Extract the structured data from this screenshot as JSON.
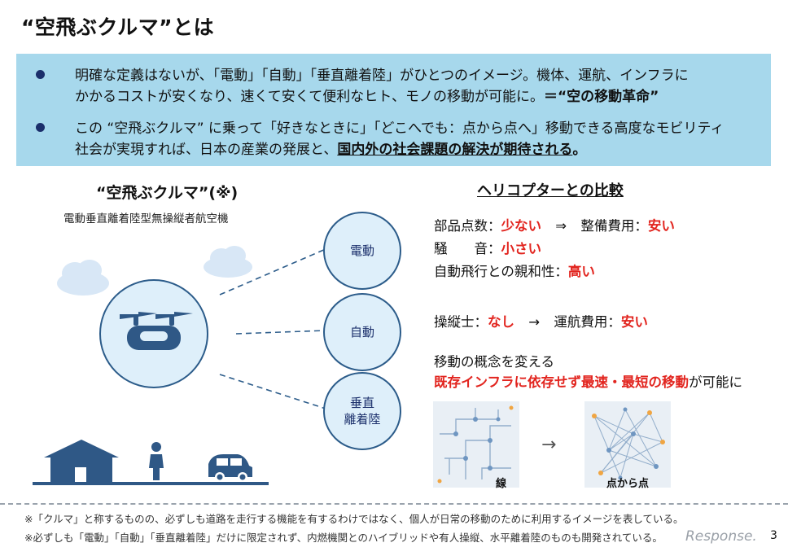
{
  "title": "“空飛ぶクルマ”とは",
  "bullets": [
    {
      "line1": "明確な定義はないが、「電動」「自動」「垂直離着陸」がひとつのイメージ。機体、運航、インフラに",
      "line2_plain": "かかるコストが安くなり、速くて安くて便利なヒト、モノの移動が可能に。",
      "line2_bold": "＝“空の移動革命”"
    },
    {
      "line1": "この “空飛ぶクルマ” に乗って「好きなときに」「どこへでも：点から点へ」移動できる高度なモビリティ",
      "line2_plain": "社会が実現すれば、日本の産業の発展と、",
      "line2_underline": "国内外の社会課題の解決が期待される",
      "line2_end": "。"
    }
  ],
  "left": {
    "heading": "“空飛ぶクルマ”(※)",
    "subheading": "電動垂直離着陸型無操縦者航空機",
    "circles": [
      "電動",
      "自動",
      "垂直\n離着陸"
    ]
  },
  "right": {
    "heading": "ヘリコプターとの比較",
    "rows": [
      {
        "label": "部品点数：",
        "value": "少ない",
        "arrow": "⇒",
        "label2": "整備費用：",
        "value2": "安い"
      },
      {
        "label": "騒　　音：",
        "value": "小さい"
      },
      {
        "label": "自動飛行との親和性：",
        "value": "高い"
      },
      {
        "label": "操縦士：",
        "value": "なし",
        "arrow": "→",
        "label2": "運航費用：",
        "value2": "安い"
      }
    ],
    "concept_line1": "移動の概念を変える",
    "concept_red": "既存インフラに依存せず最速・最短の移動",
    "concept_end": "が可能に",
    "net_arrow": "→",
    "net_label_left": "線",
    "net_label_right": "点から点"
  },
  "notes": [
    "※「クルマ」と称するものの、必ずしも道路を走行する機能を有するわけではなく、個人が日常の移動のために利用するイメージを表している。",
    "※必ずしも「電動」「自動」「垂直離着陸」だけに限定されず、内燃機関とのハイブリッドや有人操縦、水平離着陸のものも開発されている。"
  ],
  "logo": "Response.",
  "page_number": "3",
  "colors": {
    "box_bg": "#a7d8ec",
    "navy": "#1b2f6b",
    "red": "#e2251f",
    "circle_fill": "#deeffa",
    "icon_blue": "#2f5886"
  }
}
